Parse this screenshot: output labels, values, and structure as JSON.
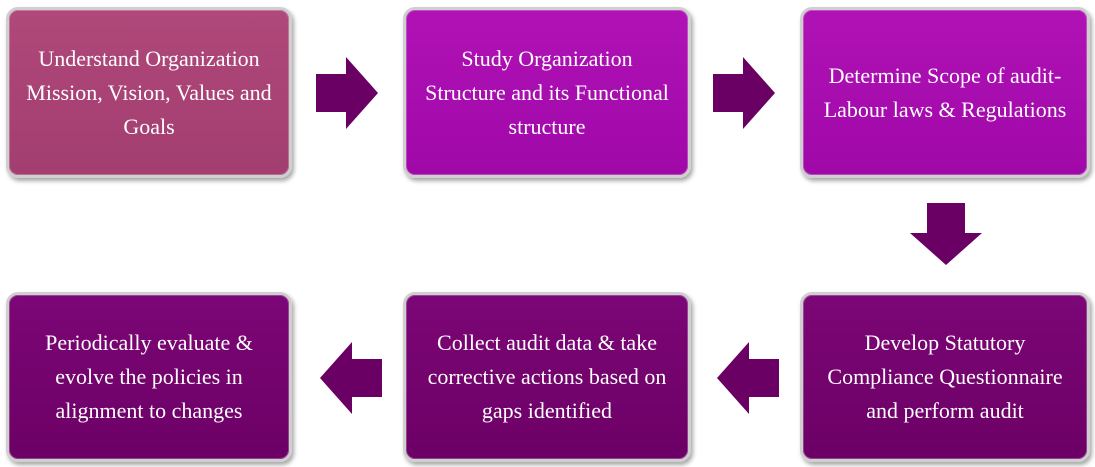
{
  "steps": [
    {
      "text": "Understand Organization Mission, Vision, Values and Goals"
    },
    {
      "text": "Study Organization Structure and its Functional structure"
    },
    {
      "text": "Determine Scope of audit-Labour laws  & Regulations"
    },
    {
      "text": "Develop Statutory Compliance Questionnaire and perform audit"
    },
    {
      "text": "Collect audit data & take corrective actions based on gaps identified"
    },
    {
      "text": "Periodically evaluate & evolve  the policies in alignment to changes"
    }
  ],
  "colors": {
    "step1": "#a8426f",
    "steps2_3": "#a50bab",
    "steps4_6": "#72026c",
    "arrow": "#6a0064",
    "border": "#cfcfcf"
  }
}
